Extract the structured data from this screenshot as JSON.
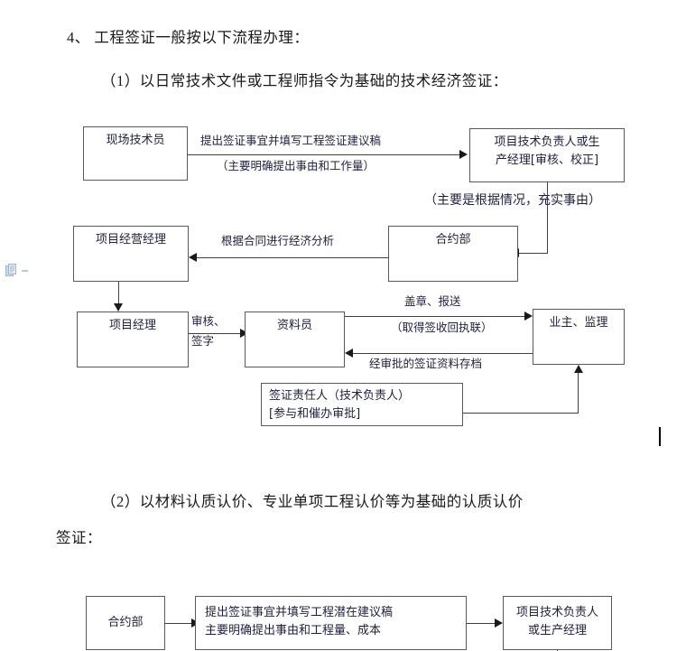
{
  "document": {
    "heading": "4、 工程签证一般按以下流程办理：",
    "subheading_1": "（1）以日常技术文件或工程师指令为基础的技术经济签证：",
    "subheading_2": "（2）以材料认质认价、专业单项工程认价等为基础的认质认价",
    "subheading_2_cont": "签证："
  },
  "margin": {
    "page_icon": "page-icon"
  },
  "diagram_1": {
    "nodes": {
      "field_technician": "现场技术员",
      "tech_lead_or_production_manager": {
        "line1": "项目技术负责人或生",
        "line2": "产经理[审核、校正]"
      },
      "project_operation_manager": "项目经营经理",
      "contract_department": "合约部",
      "project_manager": "项目经理",
      "documentation_clerk": "资料员",
      "owner_supervisor": "业主、监理",
      "signature_responsible": {
        "line1": "签证责任人（技术负责人）",
        "line2": "[参与和催办审批]"
      }
    },
    "edges": {
      "submit_and_fill": "提出签证事宜并填写工程签证建议稿",
      "submit_and_fill_note": "（主要明确提出事由和工作量）",
      "supplement_reason": "（主要是根据情况，充实事由）",
      "economic_analysis": "根据合同进行经济分析",
      "review_label_line1": "审核、",
      "review_label_line2": "签字",
      "stamp_and_submit": "盖章、报送",
      "stamp_and_submit_note": "（取得签收回执联）",
      "approved_archive": "经审批的签证资料存档"
    }
  },
  "diagram_2": {
    "nodes": {
      "contract_department": "合约部",
      "proposal": {
        "line1": "提出签证事宜并填写工程潜在建议稿",
        "line2": "主要明确提出事由和工程量、成本"
      },
      "tech_lead_or_production_manager": {
        "line1": "项目技术负责人",
        "line2": "或生产经理"
      }
    }
  },
  "colors": {
    "box_border": "#595959",
    "line": "#404040",
    "text": "#1f1f3d",
    "prose": "#1a1a1a",
    "margin_icon": "#b9c8dd"
  }
}
